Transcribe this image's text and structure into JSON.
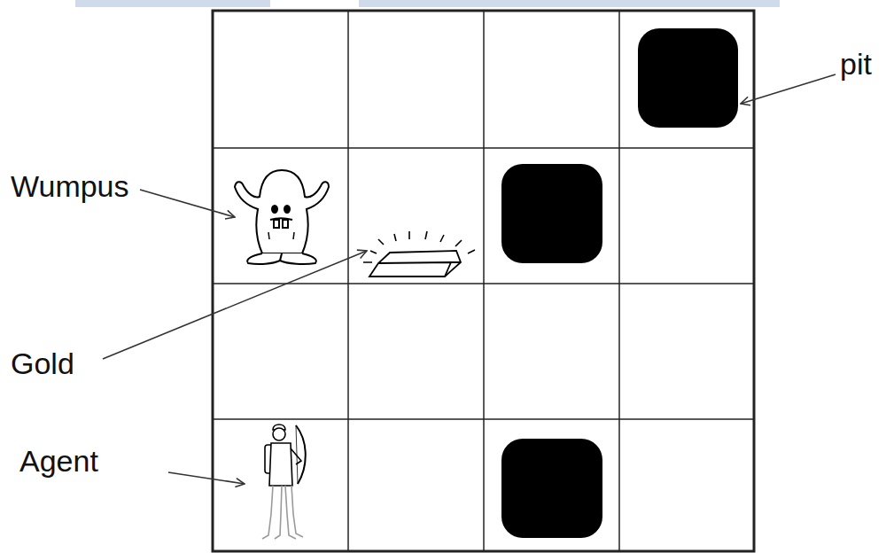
{
  "diagram": {
    "labels": [
      "pit",
      "Wumpus",
      "Gold",
      "Agent"
    ]
  }
}
